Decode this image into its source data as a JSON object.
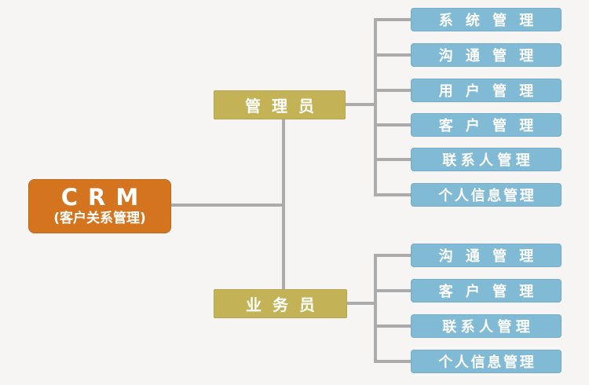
{
  "diagram": {
    "root": {
      "title": "CRM",
      "subtitle": "(客户关系管理)"
    },
    "branches": [
      {
        "label": "管理员",
        "children": [
          "系统管理",
          "沟通管理",
          "用户管理",
          "客户管理",
          "联系人管理",
          "个人信息管理"
        ]
      },
      {
        "label": "业务员",
        "children": [
          "沟通管理",
          "客户管理",
          "联系人管理",
          "个人信息管理"
        ]
      }
    ],
    "colors": {
      "root": "#d5741e",
      "branch": "#c3b356",
      "leaf": "#81bad5",
      "line": "#ababab",
      "text": "#ffffff",
      "bg": "#f6f5f3"
    }
  }
}
